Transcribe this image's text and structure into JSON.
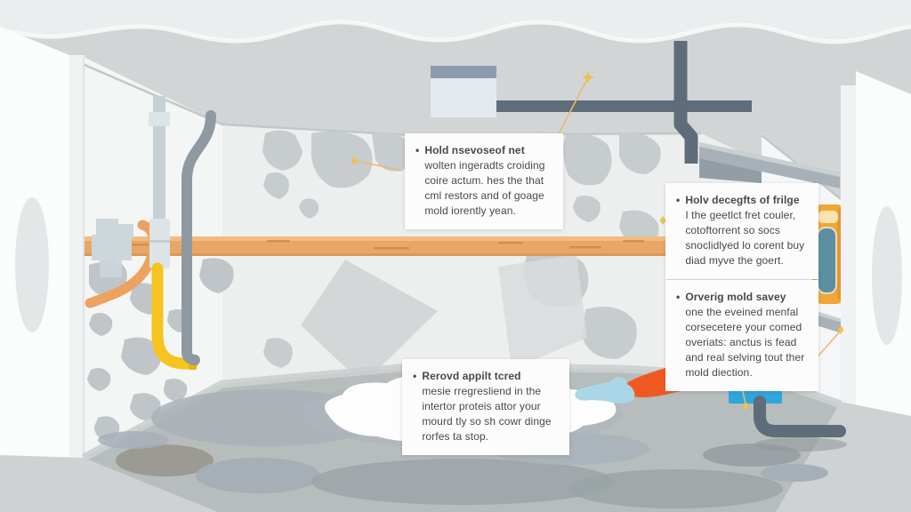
{
  "scene": {
    "alt": "Cutaway illustration of a basement room with gray mold patches on the walls, a wooden beam, exposed pipes (white, dark gray, yellow and orange), a ceiling junction box, a yellow water heater, a blue utility box, and an orange-sleeved arm with a light-blue glove reaching toward a white puddle on a stained gray floor"
  },
  "callouts": [
    {
      "bullet": "•",
      "title": "Hold nsevoseof net",
      "body": "wolten ingeradts croiding coire actum. hes the that cml restors and of goage mold iorently yean."
    },
    {
      "bullet": "•",
      "title": "Holv decegfts of frilge",
      "body": "I the geetlct fret couler, cotoftorrent so socs snoclidlyed lo corent buy diad myve the goert."
    },
    {
      "bullet": "•",
      "title": "Orverig mold savey",
      "body": "one the eveined menfal corsecetere your comed overiats: anctus is fead and real selving tout ther mold diection."
    },
    {
      "bullet": "•",
      "title": "Rerovd appilt tcred",
      "body": "mesie rregresliend in the intertor proteis attor your mourd tly so sh cowr dinge rorfes ta stop."
    }
  ],
  "colors": {
    "band": "#ebedee",
    "ceiling": "#d2d5d6",
    "ceilingShadow": "#c2c7c9",
    "backWall": "#edefef",
    "leftWall": "#f4f5f5",
    "rightWall": "#f5f6f7",
    "outerWall": "#fbfcfc",
    "post": "#f0f2f3",
    "oval": "#e4e7e8",
    "mold": "#c7cccf",
    "moldDark": "#bfc5c8",
    "moldSquare": "#d4d7d8",
    "moldSquareLight": "#d9dbdc",
    "beam": "#e8a766",
    "beamLight": "#f0bd80",
    "beamGrain": "#c98a45",
    "pipeLight": "#c5d0d7",
    "pipeFitting": "#dde4e8",
    "pipeSlate": "#8e99a2",
    "pipeDark": "#5e6d79",
    "hoseYellow": "#f6c41f",
    "hoseTip": "#e9b113",
    "pipeOrange": "#eda25f",
    "valve": "#cdd6db",
    "duct": "#a7b1b7",
    "ductLight": "#c9d0d4",
    "ductDark": "#929da5",
    "heater": "#f2a637",
    "heaterShade": "#e0912c",
    "heaterPanel": "#5d8fa2",
    "heaterGlare": "#fbe3b2",
    "blueBox": "#2ea7dc",
    "blueBoxLight": "#55bae6",
    "cabinet": "#e3e6e7",
    "floor": "#b7bcbd",
    "floorLight": "#ced2d3",
    "junctionBand": "#cbcfd0",
    "stainBlue": "#a9b2b9",
    "stainOlive": "#9b9b93",
    "stainDark": "#9aa2a5",
    "stainMid": "#a6aeb6",
    "halo": "#aeb6bc",
    "puddle": "#fdfdfd",
    "sleeve": "#f05a22",
    "cuff": "#f4f6f6",
    "glove": "#aad7e7",
    "line": "#e8bb6e",
    "spark": "#f0c050",
    "calloutBg": "#fcfcfc",
    "calloutText": "#46494b"
  }
}
